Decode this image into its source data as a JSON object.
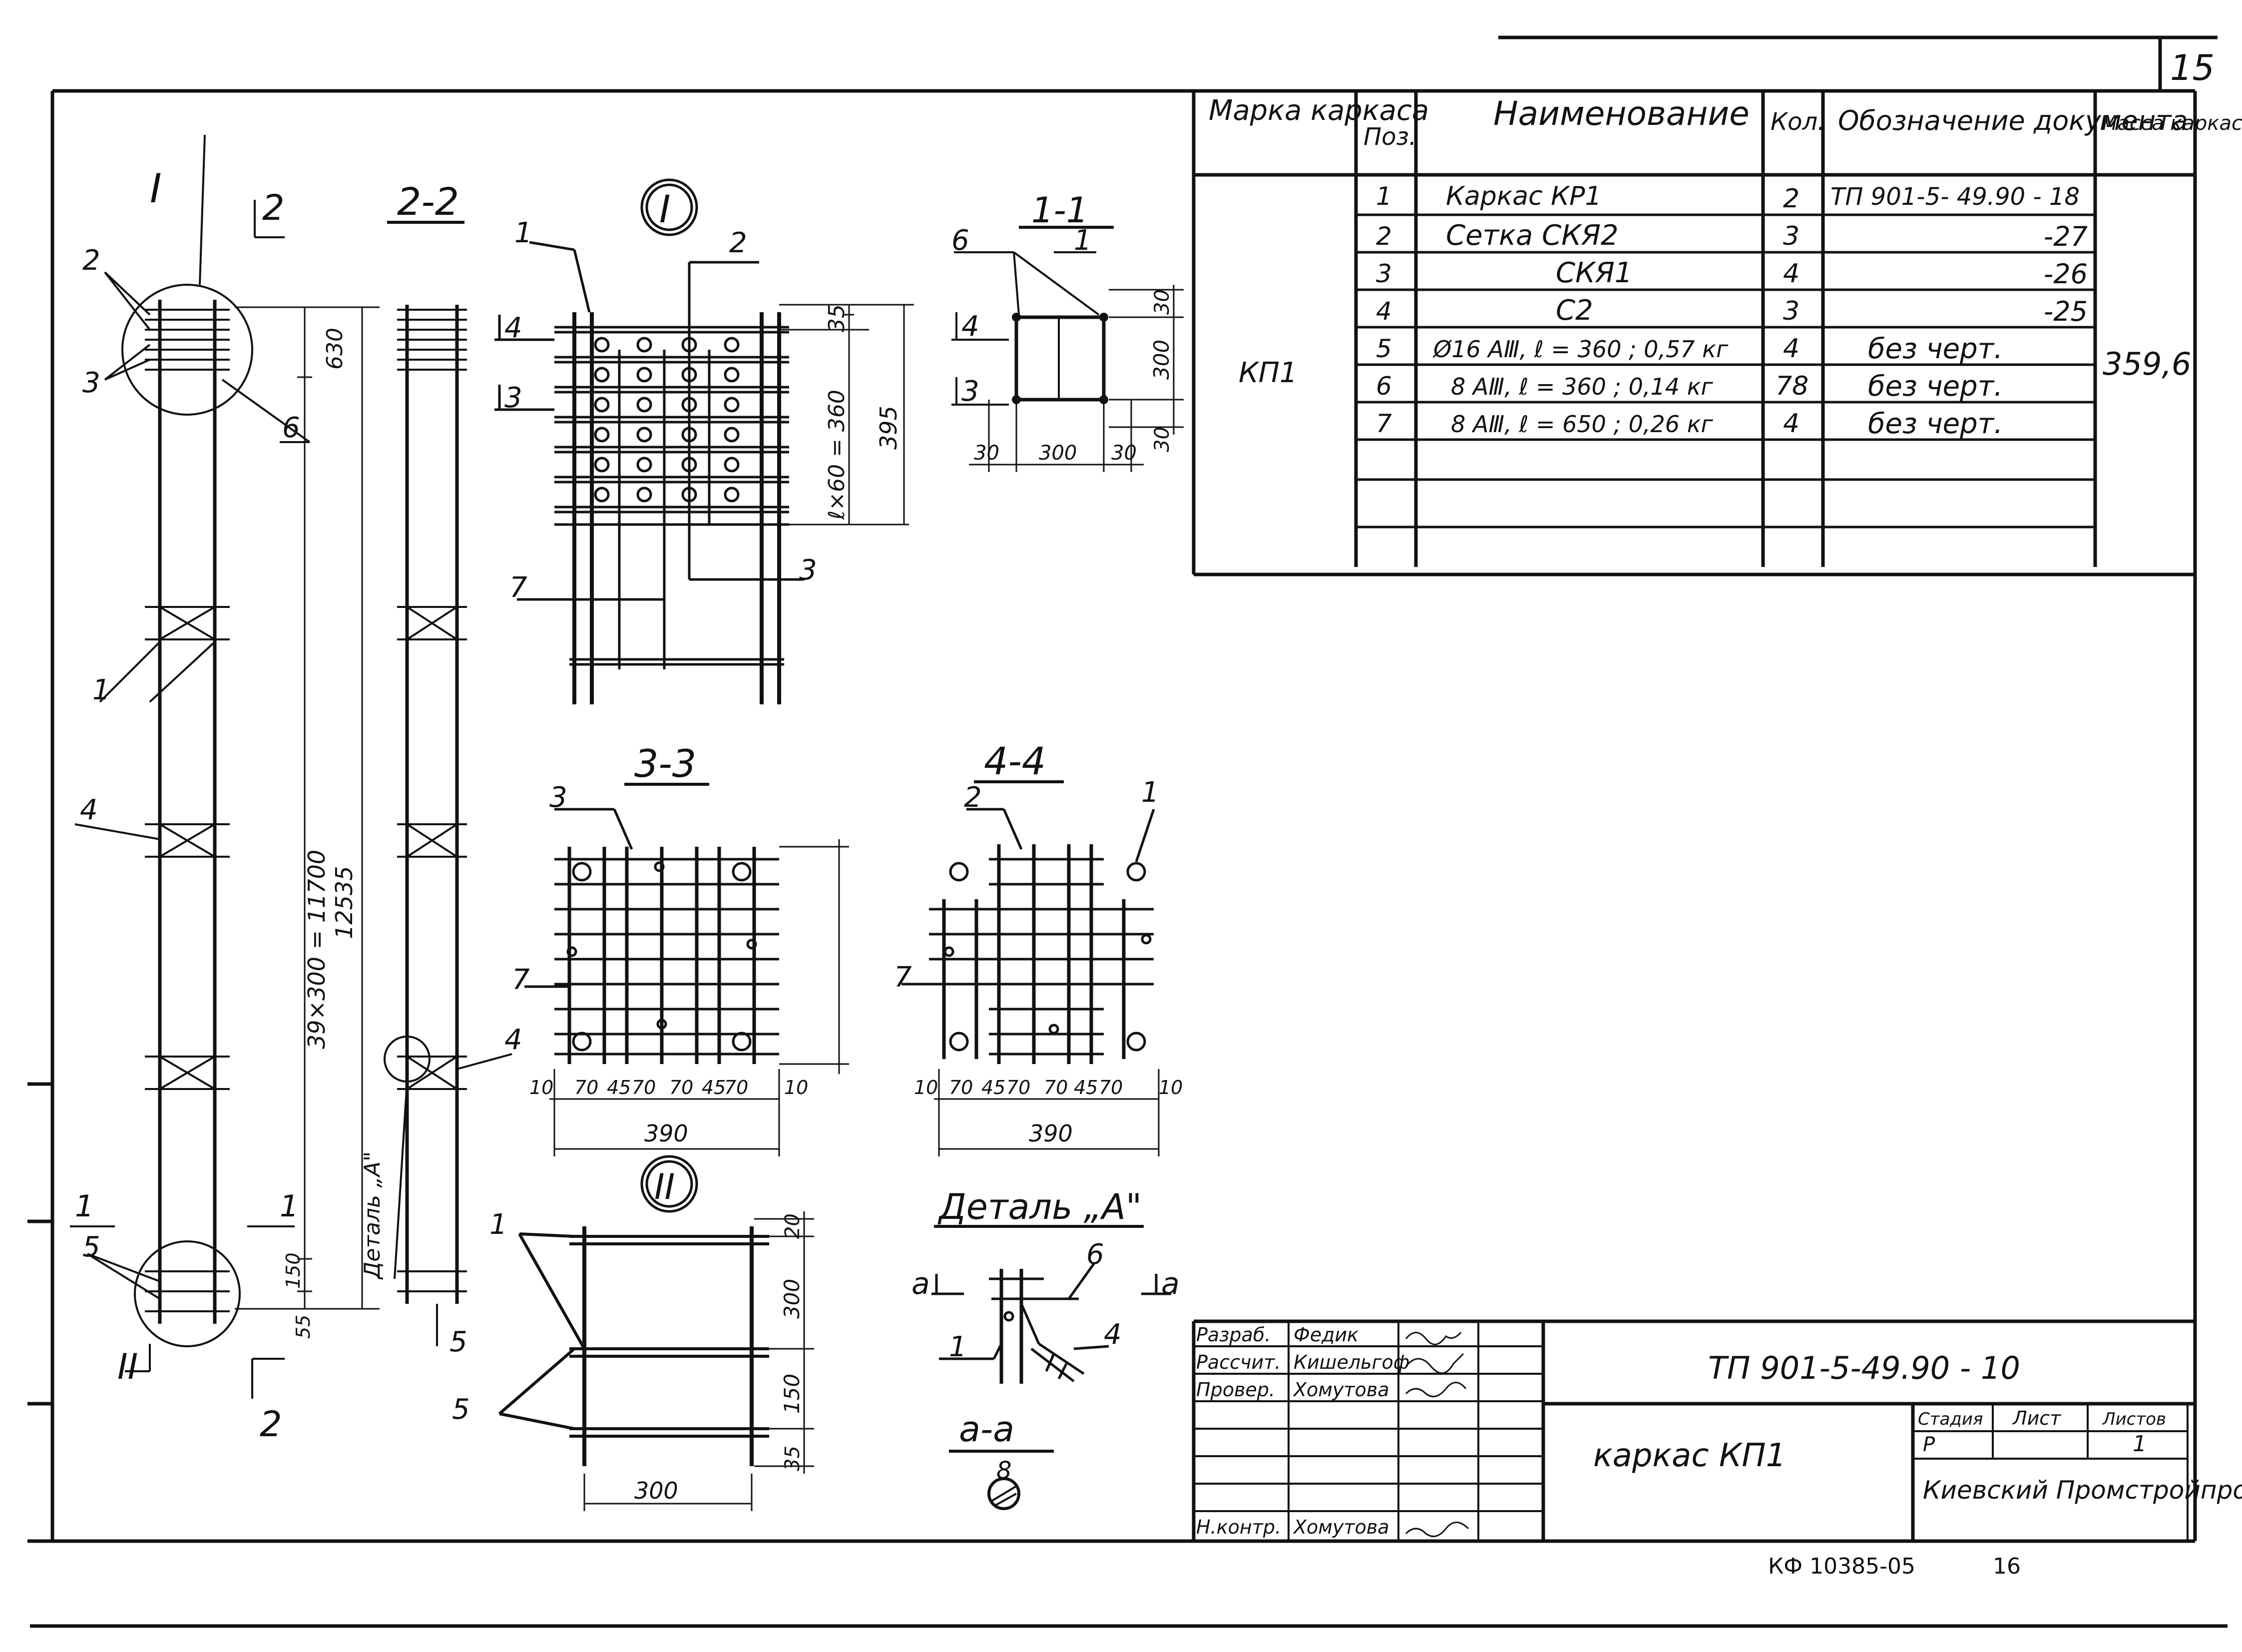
{
  "sheet_number": "15",
  "bottom_code": "КФ 10385-05",
  "bottom_page": "16",
  "colors": {
    "ink": "#111111",
    "paper": "#ffffff"
  },
  "views": {
    "section_2_2": "2-2",
    "section_1_1": "1-1",
    "section_3_3": "3-3",
    "section_4_4": "4-4",
    "node_I": "I",
    "node_II": "II",
    "detail_A": "Деталь „А\"",
    "section_a_a": "а-а",
    "cut_mark_2": "2",
    "cut_mark_1": "1",
    "cut_mark_3": "3",
    "cut_mark_4": "4",
    "cut_mark_a": "а",
    "detail_ref": "Деталь „А\"",
    "bar_diameter": "8"
  },
  "callouts": [
    "1",
    "2",
    "3",
    "4",
    "5",
    "6",
    "7"
  ],
  "dims": {
    "elev_top": "630",
    "elev_span": "39×300 = 11700",
    "elev_total": "12535",
    "elev_bot1": "150",
    "elev_bot2": "55",
    "node1_35": "35",
    "node1_step": "ℓ×60 = 360",
    "node1_395": "395",
    "s11_30": "30",
    "s11_300": "300",
    "s33_390": "390",
    "s33_marks": [
      "10",
      "70",
      "45",
      "70",
      "70",
      "45",
      "70",
      "10"
    ],
    "s44_marks": [
      "10",
      "70",
      "45",
      "70",
      "70",
      "45",
      "70",
      "10"
    ],
    "n2_20": "20",
    "n2_300": "300",
    "n2_150": "150",
    "n2_35": "35"
  },
  "spec_table": {
    "headers": [
      "Марка каркаса",
      "Поз.",
      "Наименование",
      "Кол.",
      "Обозначение документа",
      "Масса каркаса, кг"
    ],
    "mark": "КП1",
    "mass": "359,6",
    "rows": [
      {
        "pos": "1",
        "name": "Каркас   КР1",
        "qty": "2",
        "doc": "ТП 901-5- 49.90 - 18"
      },
      {
        "pos": "2",
        "name": "Сетка СКЯ2",
        "qty": "3",
        "doc": "-27"
      },
      {
        "pos": "3",
        "name": "СКЯ1",
        "qty": "4",
        "doc": "-26"
      },
      {
        "pos": "4",
        "name": "С2",
        "qty": "3",
        "doc": "-25"
      },
      {
        "pos": "5",
        "name": "Ø16 АⅢ, ℓ = 360 ; 0,57 кг",
        "qty": "4",
        "doc": "без черт."
      },
      {
        "pos": "6",
        "name": "8 АⅢ, ℓ = 360 ; 0,14 кг",
        "qty": "78",
        "doc": "без черт."
      },
      {
        "pos": "7",
        "name": "8 АⅢ, ℓ = 650 ; 0,26 кг",
        "qty": "4",
        "doc": "без черт."
      }
    ]
  },
  "title_block": {
    "doc_code": "ТП 901-5-49.90 - 10",
    "title": "каркас   КП1",
    "stage_label": "Стадия",
    "sheet_label": "Лист",
    "sheets_label": "Листов",
    "stage": "Р",
    "sheets": "1",
    "org": "Киевский Промстройпроект",
    "signers": [
      {
        "role": "Разраб.",
        "name": "Федик"
      },
      {
        "role": "Рассчит.",
        "name": "Кишельгоф"
      },
      {
        "role": "Провер.",
        "name": "Хомутова"
      },
      {
        "role": "Н.контр.",
        "name": "Хомутова"
      }
    ]
  }
}
